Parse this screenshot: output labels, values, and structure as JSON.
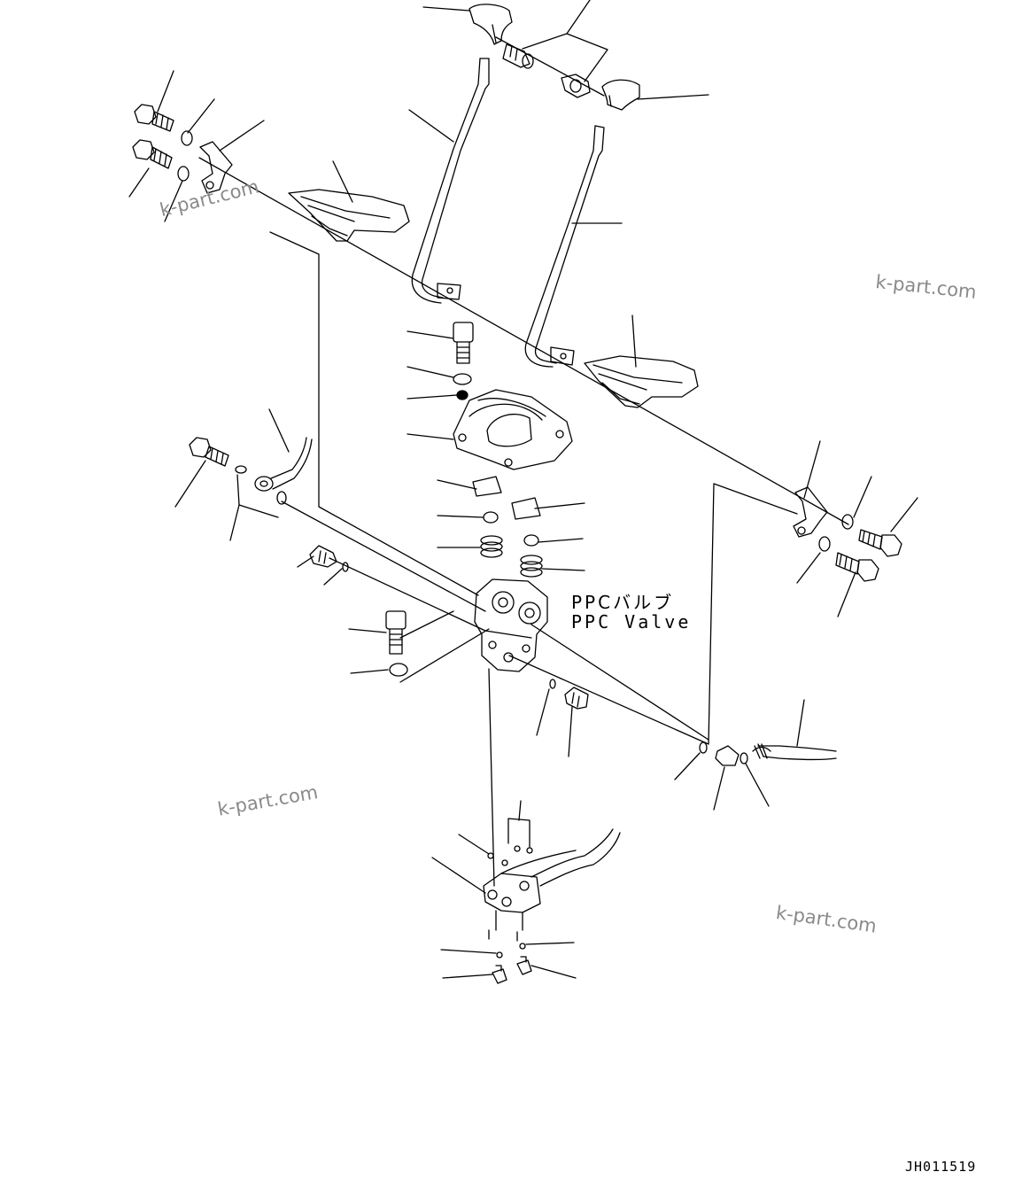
{
  "callout": {
    "label_jp": "PPCバルブ",
    "label_en": "PPC Valve"
  },
  "drawing_number": "JH011519",
  "watermarks": [
    "k-part.com",
    "k-part.com",
    "k-part.com",
    "k-part.com"
  ],
  "colors": {
    "line": "#000000",
    "background": "#ffffff",
    "watermark": "#8a8a8a"
  }
}
